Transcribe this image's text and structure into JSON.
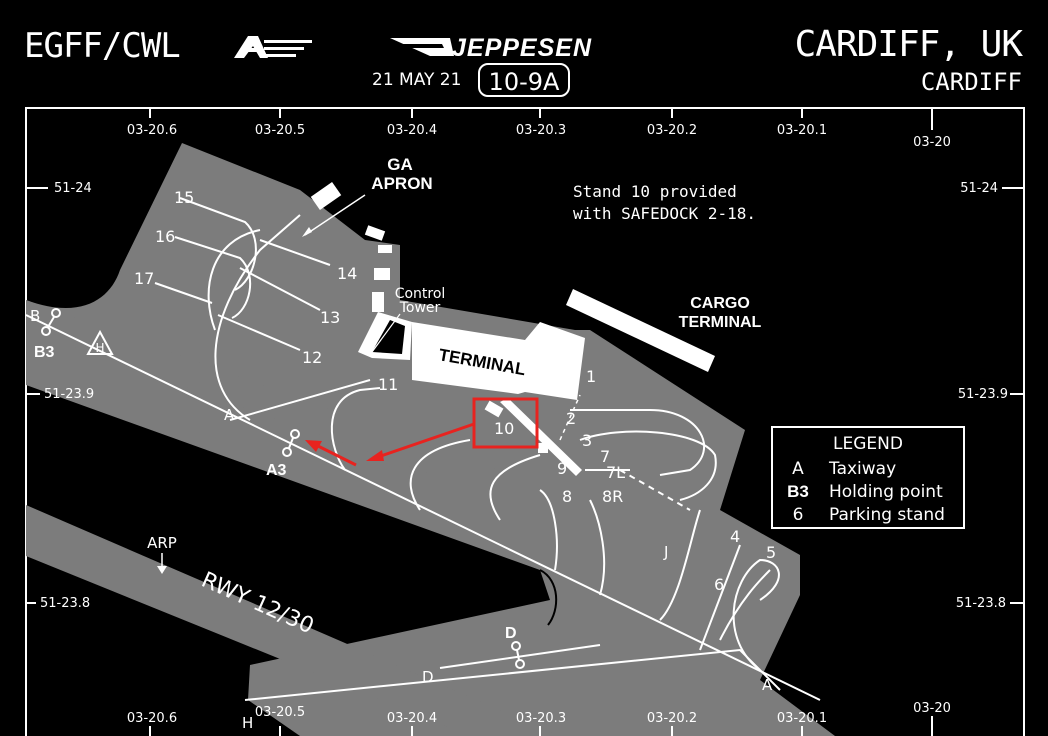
{
  "header": {
    "icao_iata": "EGFF/CWL",
    "brand": "JEPPESEN",
    "date": "21 MAY 21",
    "chart_number": "10-9A",
    "city": "CARDIFF, UK",
    "airport": "CARDIFF"
  },
  "grid": {
    "longitudes": [
      "03-20.6",
      "03-20.5",
      "03-20.4",
      "03-20.3",
      "03-20.2",
      "03-20.1",
      "03-20"
    ],
    "latitudes": [
      "51-24",
      "51-23.9",
      "51-23.8"
    ]
  },
  "note": "Stand 10 provided\nwith SAFEDOCK 2-18.",
  "areas": {
    "ga_apron": [
      "GA",
      "APRON"
    ],
    "cargo_terminal": [
      "CARGO",
      "TERMINAL"
    ],
    "terminal": "TERMINAL",
    "control_tower": [
      "Control",
      "Tower"
    ]
  },
  "runway": {
    "label": "RWY 12/30",
    "arp": "ARP"
  },
  "stands": [
    "1",
    "2",
    "3",
    "6",
    "7",
    "7L",
    "8",
    "8R",
    "9",
    "10",
    "11",
    "12",
    "13",
    "14",
    "15",
    "16",
    "17",
    "4",
    "5"
  ],
  "taxiways": {
    "A": "A",
    "D": "D",
    "J": "J",
    "H": "H"
  },
  "holding_points": {
    "B": "B",
    "B3": "B3",
    "A3": "A3",
    "D": "D"
  },
  "legend": {
    "title": "LEGEND",
    "rows": [
      {
        "code": "A",
        "desc": "Taxiway"
      },
      {
        "code": "B3",
        "desc": "Holding point"
      },
      {
        "code": "6",
        "desc": "Parking stand"
      }
    ]
  },
  "highlight": {
    "stand": "10",
    "color": "#e8231f"
  },
  "colors": {
    "apron": "#7c7c7c",
    "background": "#000000",
    "lines": "#ffffff",
    "highlight": "#e8231f"
  }
}
